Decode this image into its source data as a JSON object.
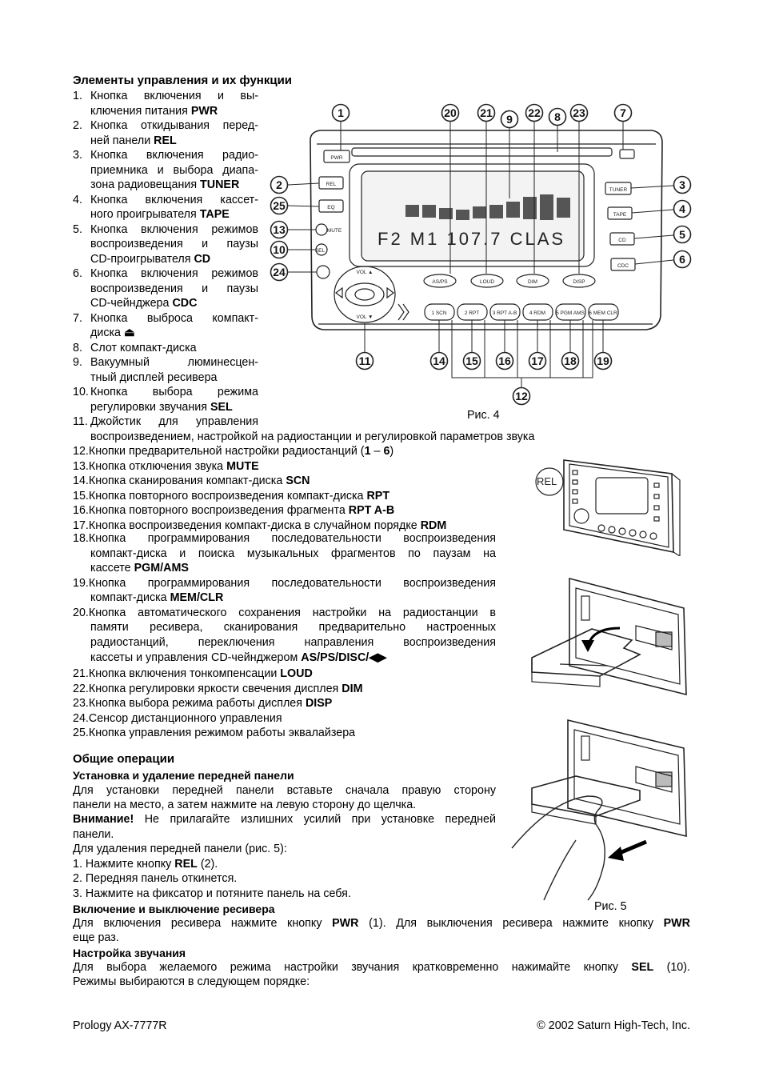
{
  "headings": {
    "controls": "Элементы управления и их функции",
    "general": "Общие операции",
    "install": "Установка и удаление передней панели",
    "power": "Включение и выключение ресивера",
    "sound": "Настройка звучания"
  },
  "controls_left": [
    {
      "n": "1.",
      "l1": "Кнопка включения и вы-",
      "l2a": "ключения питания ",
      "l2b": "PWR"
    },
    {
      "n": "2.",
      "l1": "Кнопка откидывания перед-",
      "l2a": "ней панели ",
      "l2b": "REL"
    },
    {
      "n": "3.",
      "l1": "Кнопка включения радио-",
      "l2": "приемника и выбора диапа-",
      "l3a": "зона радиовещания ",
      "l3b": "TUNER"
    },
    {
      "n": "4.",
      "l1": "Кнопка включения кассет-",
      "l2a": "ного проигрывателя ",
      "l2b": "TAPE"
    },
    {
      "n": "5.",
      "l1": "Кнопка включения режимов",
      "l2": "воспроизведения и паузы",
      "l3a": "CD-проигрывателя ",
      "l3b": "CD"
    },
    {
      "n": "6.",
      "l1": "Кнопка включения режимов",
      "l2": "воспроизведения и паузы",
      "l3a": "CD-чейнджера ",
      "l3b": "CDC"
    },
    {
      "n": "7.",
      "l1": "Кнопка выброса компакт-",
      "l2a": "диска ",
      "l2b": "⏏"
    },
    {
      "n": "8.",
      "l1": "Слот компакт-диска"
    },
    {
      "n": "9.",
      "l1": "Вакуумный люминесцен-",
      "l2": "тный дисплей ресивера"
    },
    {
      "n": "10.",
      "l1": "Кнопка выбора режима",
      "l2a": "регулировки звучания ",
      "l2b": "SEL"
    },
    {
      "n": "11.",
      "l1": "Джойстик для управления",
      "l2": "воспроизведением, настройкой на радиостанции и регулировкой параметров звука"
    }
  ],
  "controls_mid": [
    {
      "a": "12.Кнопки предварительной настройки радиостанций (",
      "b": "1",
      "c": " – ",
      "d": "6",
      "e": ")"
    },
    {
      "a": "13.Кнопка отключения звука ",
      "b": "MUTE"
    },
    {
      "a": "14.Кнопка сканирования компакт-диска ",
      "b": "SCN"
    },
    {
      "a": "15.Кнопка повторного воспроизведения компакт-диска ",
      "b": "RPT"
    },
    {
      "a": "16.Кнопка повторного воспроизведения фрагмента ",
      "b": "RPT A-B"
    },
    {
      "a": "17.Кнопка воспроизведения компакт-диска в случайном порядке ",
      "b": "RDM"
    }
  ],
  "item18": {
    "l1": "18.Кнопка программирования последовательности воспроизведения",
    "l2": "компакт-диска и поиска музыкальных фрагментов по паузам на",
    "l3a": "кассете ",
    "l3b": "PGM/AMS"
  },
  "item19": {
    "l1": "19.Кнопка программирования последовательности воспроизведения",
    "l2a": "компакт-диска ",
    "l2b": "MEM/CLR"
  },
  "item20": {
    "l1": "20.Кнопка автоматического сохранения настройки на радиостанции в",
    "l2": "памяти ресивера, сканирования предварительно настроенных",
    "l3": "радиостанций, переключения направления воспроизведения",
    "l4a": "кассеты и управления CD-чейнджером ",
    "l4b": "AS/PS/DISC/◀▶"
  },
  "controls_tail": [
    {
      "a": "21.Кнопка включения тонкомпенсации ",
      "b": "LOUD"
    },
    {
      "a": "22.Кнопка регулировки яркости свечения дисплея ",
      "b": "DIM"
    },
    {
      "a": "23.Кнопка выбора режима работы дисплея ",
      "b": "DISP"
    },
    {
      "a": "24.Сенсор дистанционного управления",
      "b": ""
    },
    {
      "a": "25.Кнопка управления режимом работы эквалайзера",
      "b": ""
    }
  ],
  "install_text": {
    "p1l1": "Для установки передней панели вставьте сначала правую сторону",
    "p1l2": "панели на место, а затем нажмите на левую сторону до щелчка.",
    "warn_b": "Внимание!",
    "warn_l1": " Не прилагайте излишних усилий при установке передней",
    "warn_l2": "панели.",
    "remove": "Для удаления передней панели (рис. 5):",
    "s1a": "1. Нажмите кнопку ",
    "s1b": "REL",
    "s1c": " (2).",
    "s2": "2. Передняя панель откинется.",
    "s3": "3. Нажмите на фиксатор и потяните панель на себя."
  },
  "power_text": {
    "a": "Для включения ресивера нажмите кнопку ",
    "b": "PWR",
    "c": " (1). Для выключения ресивера нажмите кнопку ",
    "d": "PWR",
    "e": "еще раз."
  },
  "sound_text": {
    "a": "Для выбора желаемого режима настройки звучания кратковременно нажимайте кнопку ",
    "b": "SEL",
    "c": " (10).",
    "d": "Режимы выбираются в следующем порядке:"
  },
  "figures": {
    "fig4": "Рис. 4",
    "fig5": "Рис. 5",
    "rel_label": "REL"
  },
  "diagram": {
    "display_text": "F2  M1  107.7  CLAS",
    "buttons": {
      "pwr": "PWR",
      "rel": "REL",
      "eq": "EQ",
      "mute": "MUTE",
      "sel": "SEL",
      "tuner": "TUNER",
      "tape": "TAPE",
      "cd": "CD",
      "cdc": "CDC",
      "asps": "AS/PS",
      "loud": "LOUD",
      "dim": "DIM",
      "disp": "DISP",
      "vol_up": "VOL ▲",
      "vol_dn": "VOL ▼",
      "p1": "1 SCN",
      "p2": "2 RPT",
      "p3": "3 RPT A-B",
      "p4": "4 RDM",
      "p5": "5 PGM AMS",
      "p6": "6 MEM CLR"
    },
    "callouts_top": [
      "1",
      "20",
      "21",
      "9",
      "22",
      "8",
      "23",
      "7"
    ],
    "callouts_left": [
      "2",
      "25",
      "13",
      "10",
      "24"
    ],
    "callouts_right": [
      "3",
      "4",
      "5",
      "6"
    ],
    "callouts_bottom": [
      "11",
      "14",
      "15",
      "16",
      "17",
      "18",
      "19",
      "12"
    ]
  },
  "footer": {
    "left": "Prology AX-7777R",
    "right": "© 2002 Saturn High-Tech, Inc."
  }
}
